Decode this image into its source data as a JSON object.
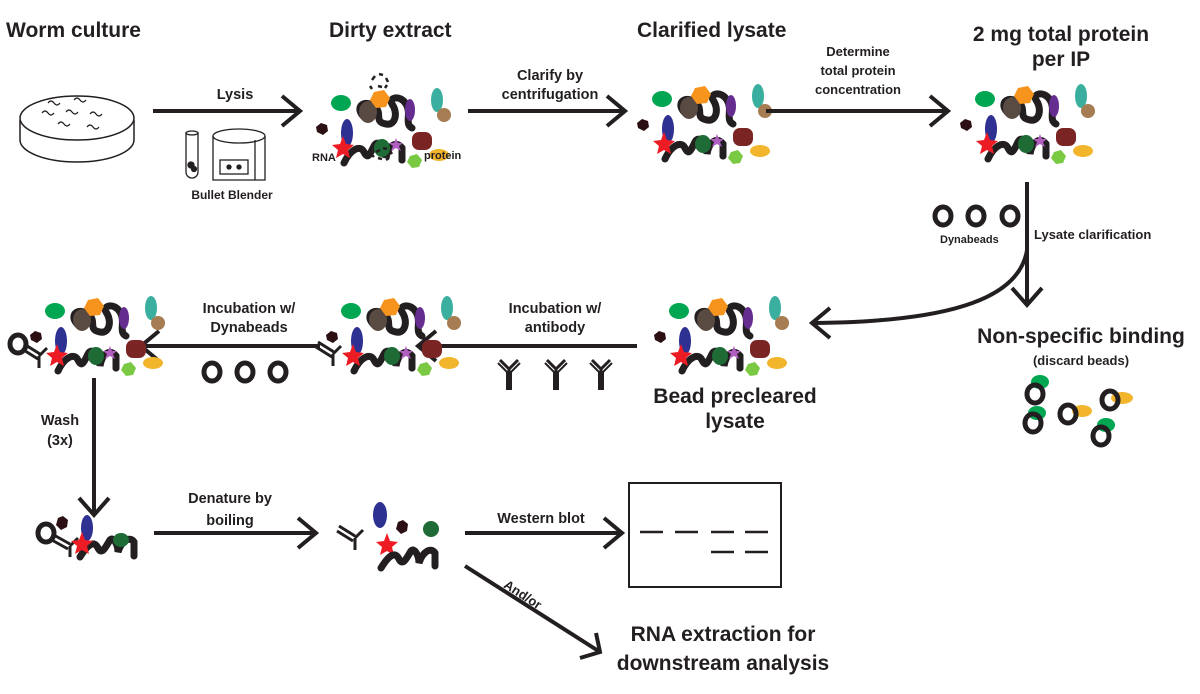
{
  "figure": {
    "type": "workflow-diagram",
    "stages": {
      "worm_culture": "Worm culture",
      "dirty_extract": "Dirty extract",
      "clarified_lysate": "Clarified lysate",
      "total_protein_line1": "2 mg total protein",
      "total_protein_line2": "per IP",
      "nonspecific_binding": "Non-specific binding",
      "discard_beads": "(discard beads)",
      "bead_precleared_line1": "Bead precleared",
      "bead_precleared_line2": "lysate",
      "rna_extraction_line1": "RNA extraction for",
      "rna_extraction_line2": "downstream analysis"
    },
    "steps": {
      "lysis": "Lysis",
      "clarify_line1": "Clarify by",
      "clarify_line2": "centrifugation",
      "determine_line1": "Determine",
      "determine_line2": "total protein",
      "determine_line3": "concentration",
      "lysate_clarification": "Lysate clarification",
      "incubation_antibody_line1": "Incubation w/",
      "incubation_antibody_line2": "antibody",
      "incubation_dynabeads_line1": "Incubation w/",
      "incubation_dynabeads_line2": "Dynabeads",
      "wash_line1": "Wash",
      "wash_line2": "(3x)",
      "denature_line1": "Denature by",
      "denature_line2": "boiling",
      "western_blot": "Western blot",
      "and_or": "And/or"
    },
    "annotations": {
      "bullet_blender": "Bullet Blender",
      "rna": "RNA",
      "protein": "protein",
      "dynabeads": "Dynabeads"
    },
    "colors": {
      "ink": "#231f20",
      "green_protein": "#00a651",
      "dark_green": "#1e6b36",
      "orange": "#f7941d",
      "purple": "#662d91",
      "teal": "#3aaf9f",
      "tan": "#a67c52",
      "brown_grey": "#594a42",
      "maroon": "#7b2424",
      "navy": "#2e3192",
      "red_star": "#ed1c24",
      "lilac_star": "#b05fc1",
      "lime": "#7ac943",
      "yellow": "#f2b52c",
      "dark_hex": "#2b0f12"
    }
  }
}
